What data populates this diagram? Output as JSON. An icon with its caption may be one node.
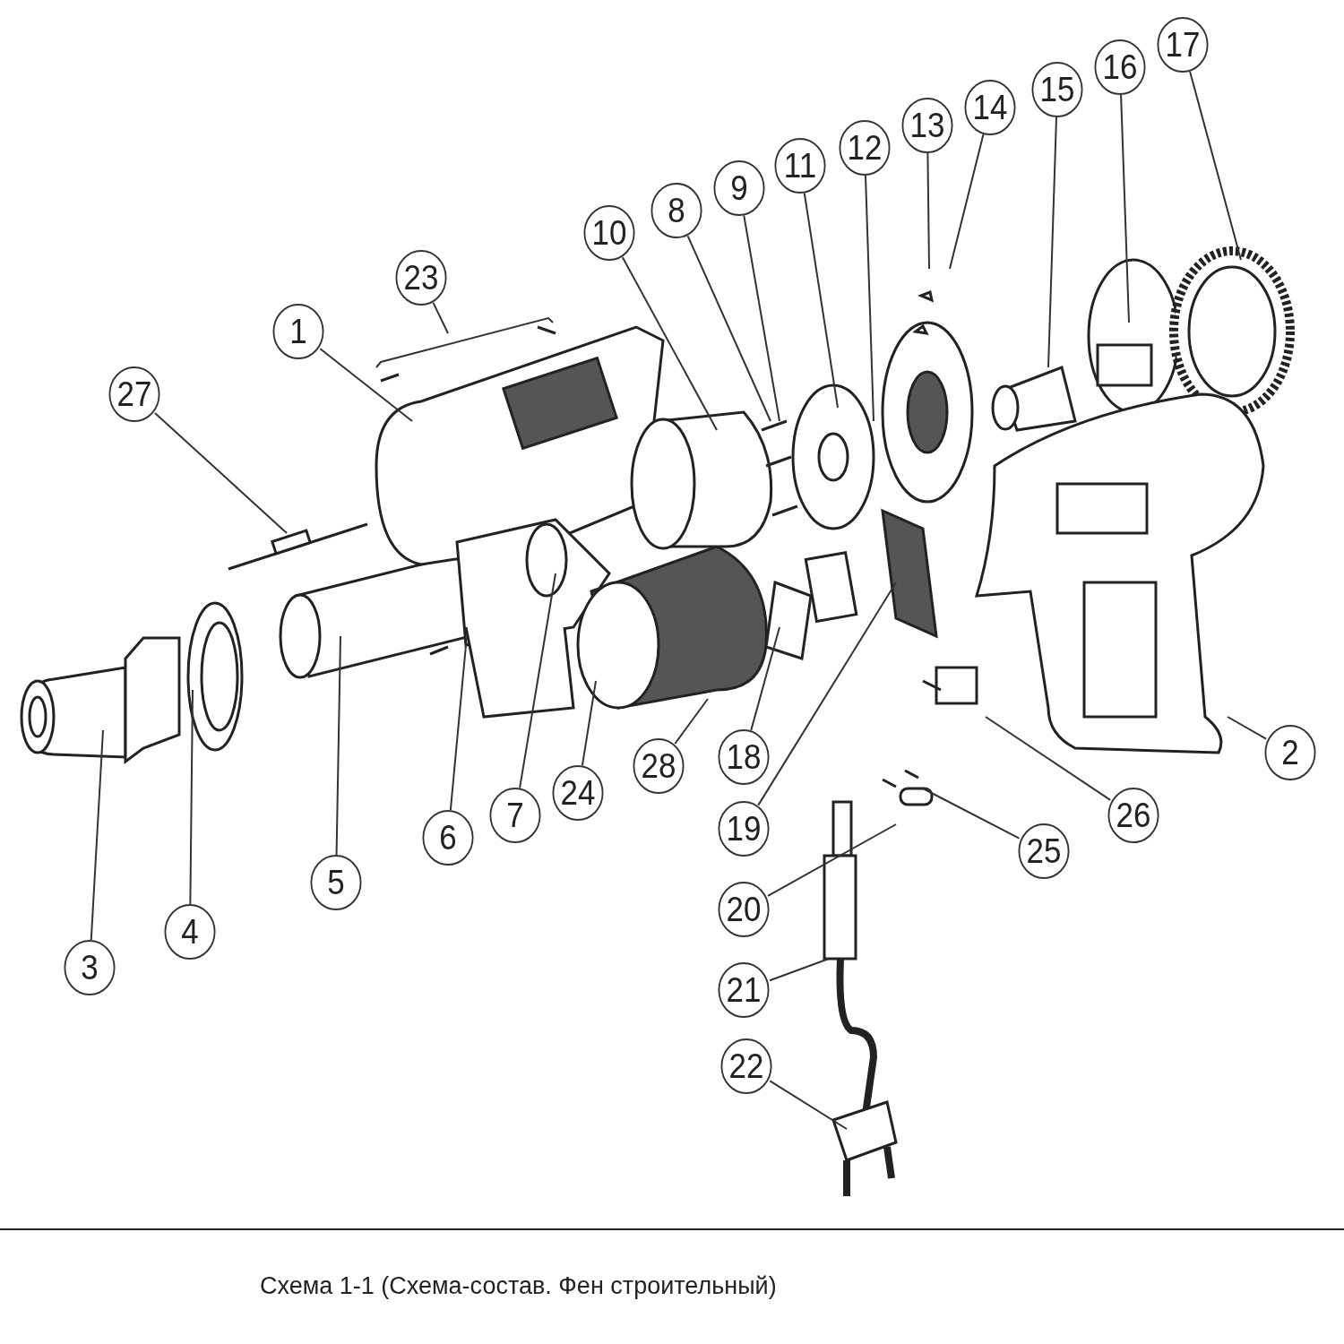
{
  "diagram": {
    "caption": "Схема 1-1 (Схема-состав. Фен строительный)",
    "nodes": [
      {
        "text": [
          "1"
        ]
      },
      {
        "text": [
          "2"
        ]
      },
      {
        "text": [
          "3"
        ]
      },
      {
        "text": [
          "4"
        ]
      },
      {
        "text": [
          "5"
        ]
      },
      {
        "text": [
          "6"
        ]
      },
      {
        "text": [
          "7"
        ]
      },
      {
        "text": [
          "8"
        ]
      },
      {
        "text": [
          "9"
        ]
      },
      {
        "text": [
          "10"
        ]
      },
      {
        "text": [
          "11"
        ]
      },
      {
        "text": [
          "12"
        ]
      },
      {
        "text": [
          "13"
        ]
      },
      {
        "text": [
          "14"
        ]
      },
      {
        "text": [
          "15"
        ]
      },
      {
        "text": [
          "16"
        ]
      },
      {
        "text": [
          "17"
        ]
      },
      {
        "text": [
          "18"
        ]
      },
      {
        "text": [
          "19"
        ]
      },
      {
        "text": [
          "20"
        ]
      },
      {
        "text": [
          "21"
        ]
      },
      {
        "text": [
          "22"
        ]
      },
      {
        "text": [
          "23"
        ]
      },
      {
        "text": [
          "24"
        ]
      },
      {
        "text": [
          "25"
        ]
      },
      {
        "text": [
          "26"
        ]
      },
      {
        "text": [
          "27"
        ]
      },
      {
        "text": [
          "28"
        ]
      }
    ],
    "edges": [
      {
        "from": 0,
        "to": null,
        "arrow": "none"
      },
      {
        "from": 1,
        "to": null,
        "arrow": "none"
      },
      {
        "from": 2,
        "to": null,
        "arrow": "none"
      },
      {
        "from": 3,
        "to": null,
        "arrow": "none"
      },
      {
        "from": 4,
        "to": null,
        "arrow": "none"
      },
      {
        "from": 5,
        "to": null,
        "arrow": "none"
      },
      {
        "from": 6,
        "to": null,
        "arrow": "none"
      },
      {
        "from": 7,
        "to": null,
        "arrow": "none"
      },
      {
        "from": 8,
        "to": null,
        "arrow": "none"
      },
      {
        "from": 9,
        "to": null,
        "arrow": "none"
      },
      {
        "from": 10,
        "to": null,
        "arrow": "none"
      },
      {
        "from": 11,
        "to": null,
        "arrow": "none"
      },
      {
        "from": 12,
        "to": null,
        "arrow": "none"
      },
      {
        "from": 13,
        "to": null,
        "arrow": "none"
      },
      {
        "from": 14,
        "to": null,
        "arrow": "none"
      },
      {
        "from": 15,
        "to": null,
        "arrow": "none"
      },
      {
        "from": 16,
        "to": null,
        "arrow": "none"
      },
      {
        "from": 17,
        "to": null,
        "arrow": "none"
      },
      {
        "from": 18,
        "to": null,
        "arrow": "none"
      },
      {
        "from": 19,
        "to": null,
        "arrow": "none"
      },
      {
        "from": 20,
        "to": null,
        "arrow": "none"
      },
      {
        "from": 21,
        "to": null,
        "arrow": "none"
      },
      {
        "from": 22,
        "to": null,
        "arrow": "none"
      },
      {
        "from": 23,
        "to": null,
        "arrow": "none"
      },
      {
        "from": 24,
        "to": null,
        "arrow": "none"
      },
      {
        "from": 25,
        "to": null,
        "arrow": "none"
      },
      {
        "from": 26,
        "to": null,
        "arrow": "none"
      },
      {
        "from": 27,
        "to": null,
        "arrow": "none"
      }
    ]
  }
}
